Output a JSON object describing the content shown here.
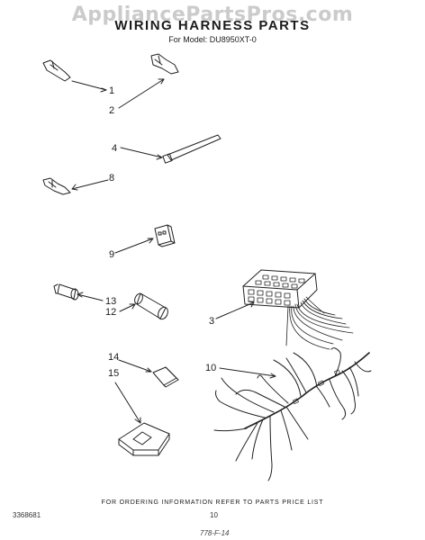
{
  "watermark": "AppliancePartsPros.com",
  "header": {
    "title": "WIRING HARNESS PARTS",
    "subtitle": "For Model: DU8950XT-0"
  },
  "callouts": {
    "c1": "1",
    "c2": "2",
    "c3": "3",
    "c4": "4",
    "c8": "8",
    "c9": "9",
    "c10": "10",
    "c12": "12",
    "c13": "13",
    "c14": "14",
    "c15": "15"
  },
  "footer": {
    "ordering_note": "FOR ORDERING INFORMATION REFER TO PARTS PRICE LIST",
    "doc_number": "3368681",
    "page_number": "10",
    "bottom_code": "778-F-14"
  }
}
